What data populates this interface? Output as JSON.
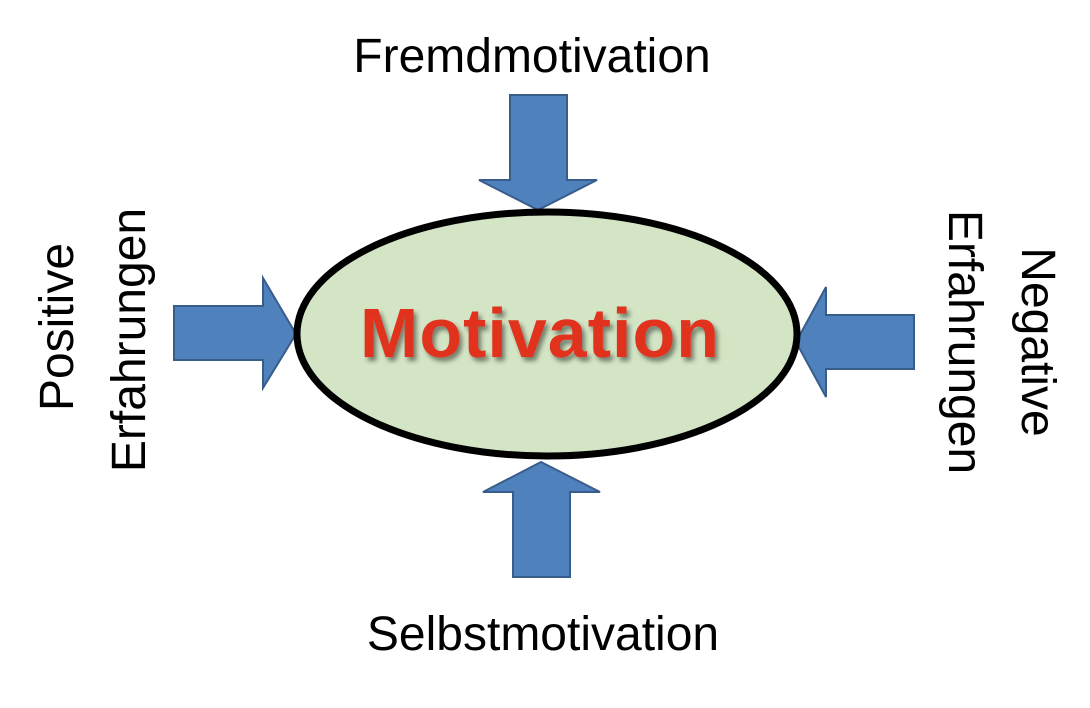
{
  "center": {
    "label": "Motivation"
  },
  "influences": {
    "top": "Fremdmotivation",
    "bottom": "Selbstmotivation",
    "left": [
      "Positive",
      "Erfahrungen"
    ],
    "right": [
      "Negative",
      "Erfahrungen"
    ]
  },
  "colors": {
    "arrow_fill": "#4f81bd",
    "arrow_stroke": "#385d8a",
    "ellipse_fill": "#d3e5c4",
    "ellipse_stroke": "#000000",
    "center_text": "#e0301e",
    "label_text": "#000000"
  }
}
